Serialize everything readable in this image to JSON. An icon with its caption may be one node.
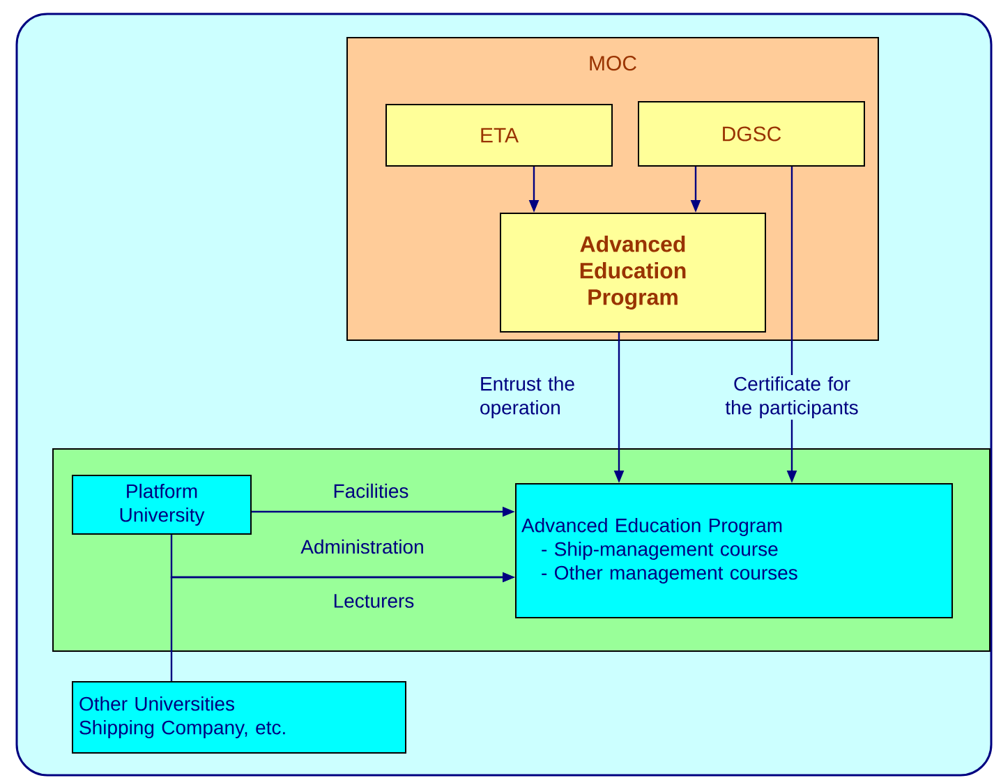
{
  "diagram": {
    "nodes": [
      {
        "text": [
          "MOC"
        ]
      },
      {
        "text": [
          "ETA"
        ],
        "in": 0
      },
      {
        "text": [
          "DGSC"
        ],
        "in": 0
      },
      {
        "text": [
          "Advanced Education Program"
        ],
        "in": 0
      },
      {
        "text": [],
        "shape": "box"
      },
      {
        "text": [
          "Platform University"
        ],
        "in": 4
      },
      {
        "text": [
          "Advanced Education Program",
          "- Ship-management course",
          "- Other management courses"
        ],
        "in": 4
      },
      {
        "text": [
          "Other Universities",
          "Shipping Company, etc."
        ]
      }
    ],
    "edges": [
      {
        "from": 1,
        "to": 3,
        "arrow": "to"
      },
      {
        "from": 2,
        "to": 3,
        "arrow": "to"
      },
      {
        "from": 3,
        "to": 6,
        "arrow": "to",
        "label": "Entrust the operation"
      },
      {
        "from": 2,
        "to": 6,
        "arrow": "to",
        "label": "Certificate for the participants"
      },
      {
        "from": 5,
        "to": 6,
        "arrow": "to",
        "label": "Facilities"
      },
      {
        "from": 5,
        "to": 6,
        "arrow": "to",
        "label": "Administration"
      },
      {
        "from": 7,
        "to": 6,
        "arrow": "to",
        "label": "Lecturers"
      }
    ]
  }
}
